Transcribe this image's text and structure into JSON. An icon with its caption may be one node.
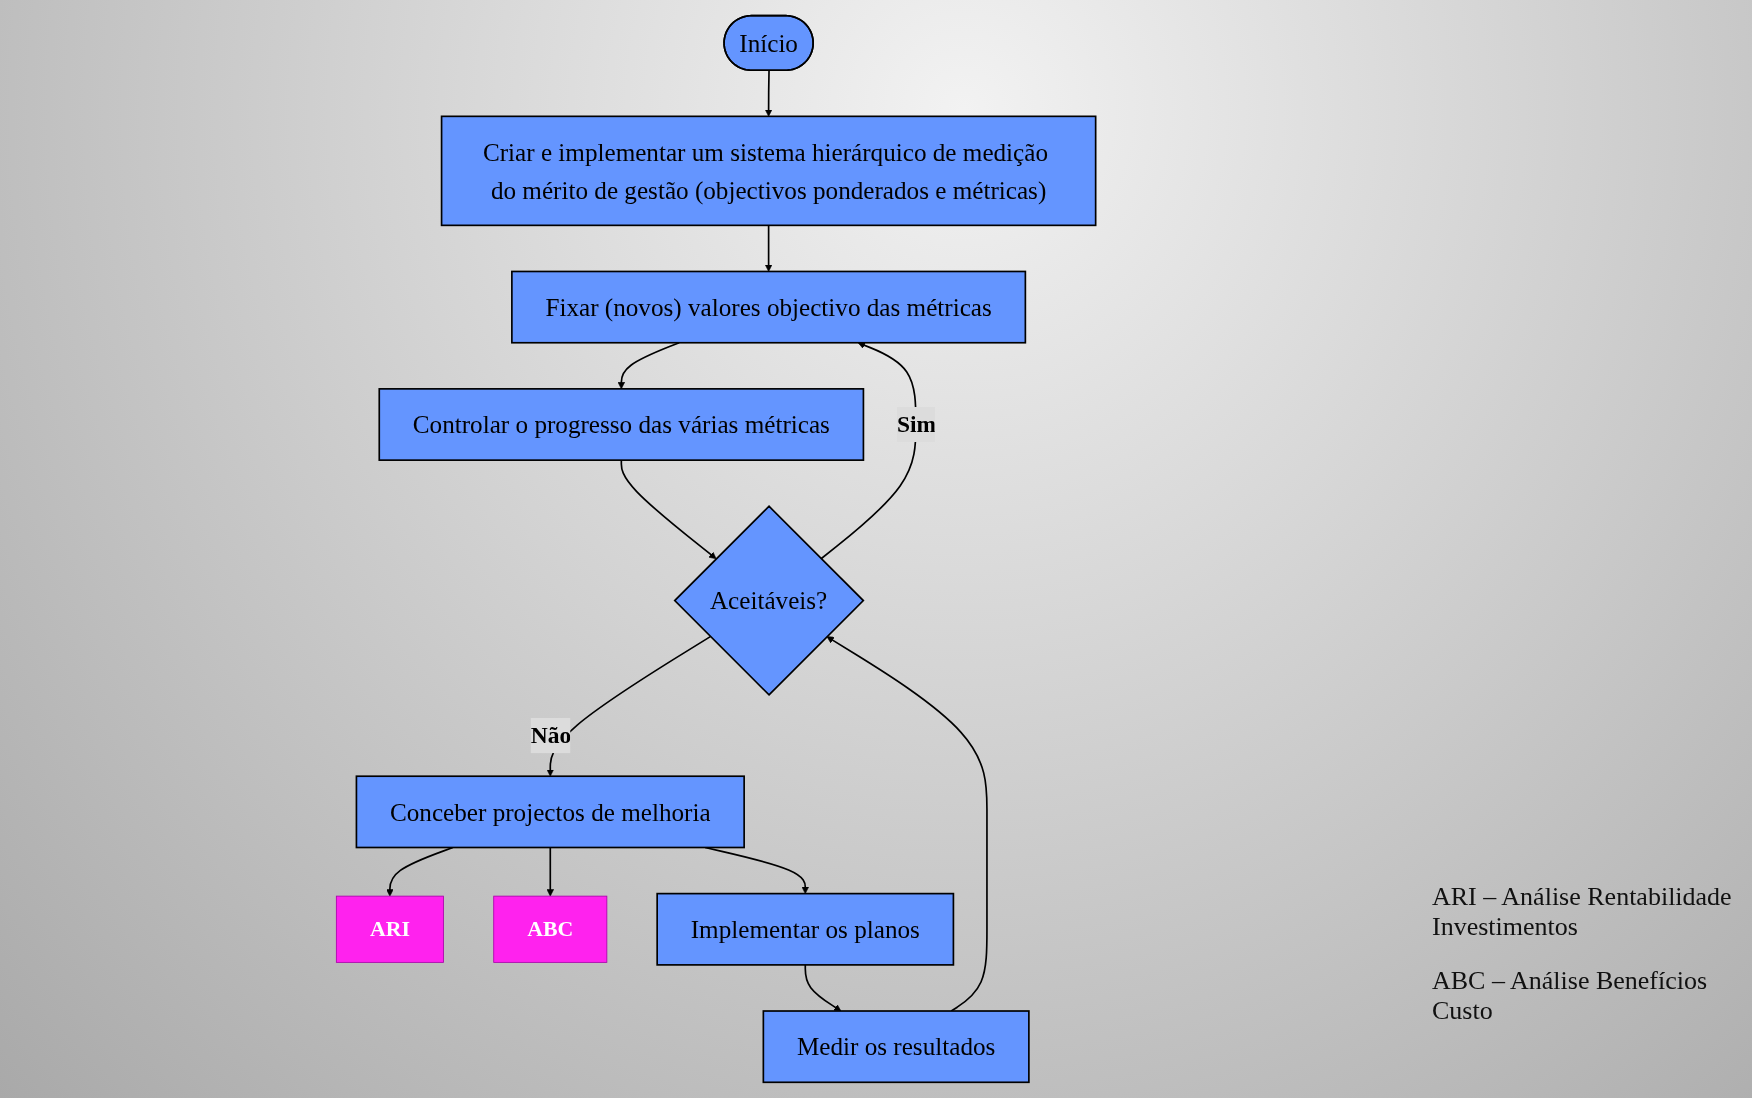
{
  "diagram": {
    "nodes": [
      {
        "text": [
          "Início"
        ]
      },
      {
        "text": [
          "Criar e implementar um sistema hierárquico de medição do mérito de gestão (objectivos ponderados e métricas)"
        ]
      },
      {
        "text": [
          "Fixar (novos) valores objectivo das métricas"
        ]
      },
      {
        "text": [
          "Controlar o progresso das várias métricas"
        ]
      },
      {
        "text": [
          "Aceitáveis?"
        ]
      },
      {
        "text": [
          "Conceber projectos de melhoria"
        ]
      },
      {
        "text": [
          "ARI"
        ]
      },
      {
        "text": [
          "ABC"
        ]
      },
      {
        "text": [
          "Implementar os planos"
        ]
      },
      {
        "text": [
          "Medir os resultados"
        ]
      }
    ],
    "edges": [
      {
        "from": 0,
        "to": 1,
        "arrow": "to"
      },
      {
        "from": 1,
        "to": 2,
        "arrow": "to"
      },
      {
        "from": 2,
        "to": 3,
        "arrow": "to"
      },
      {
        "from": 3,
        "to": 4,
        "arrow": "to"
      },
      {
        "from": 4,
        "to": 2,
        "arrow": "to",
        "label": "Sim"
      },
      {
        "from": 4,
        "to": 5,
        "arrow": "to",
        "label": "Não"
      },
      {
        "from": 5,
        "to": 6,
        "arrow": "to"
      },
      {
        "from": 5,
        "to": 7,
        "arrow": "to"
      },
      {
        "from": 5,
        "to": 8,
        "arrow": "to"
      },
      {
        "from": 8,
        "to": 9,
        "arrow": "to"
      },
      {
        "from": 9,
        "to": 4,
        "arrow": "to"
      }
    ],
    "labels": [
      "ARI – Análise Rentabilidade Investimentos",
      "ABC – Análise Benefícios Custo"
    ]
  }
}
